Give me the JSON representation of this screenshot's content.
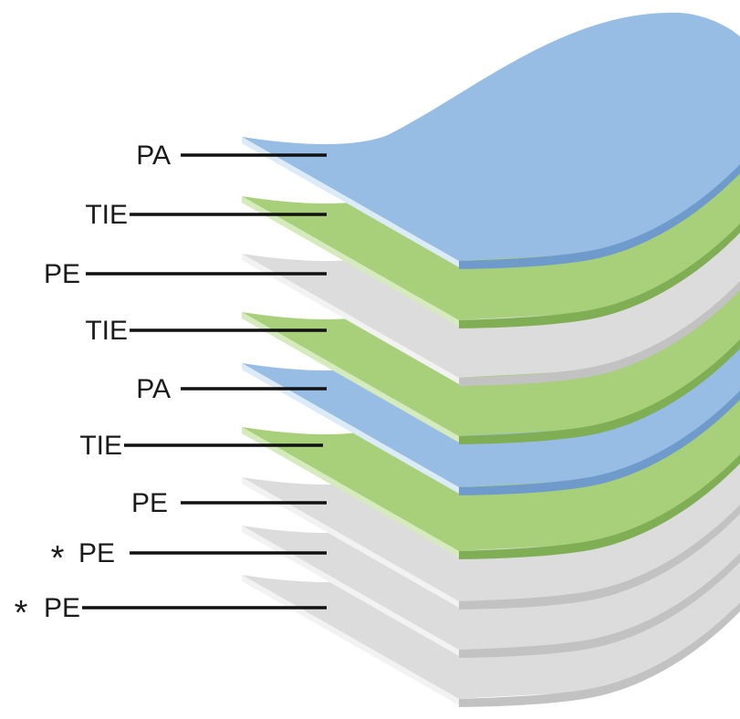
{
  "colors": {
    "pa": "#97bde4",
    "pa_edge": "#6f9bcc",
    "pa_light": "#dcebf8",
    "tie": "#a8d07a",
    "tie_edge": "#7fae55",
    "tie_light": "#d6ebbd",
    "pe": "#dcdcdc",
    "pe_edge": "#c2c2c2",
    "pe_light": "#f2f2f2",
    "line": "#111111"
  },
  "layers": [
    {
      "label": "PA",
      "material": "pa",
      "marker": ""
    },
    {
      "label": "TIE",
      "material": "tie",
      "marker": ""
    },
    {
      "label": "PE",
      "material": "pe",
      "marker": ""
    },
    {
      "label": "TIE",
      "material": "tie",
      "marker": ""
    },
    {
      "label": "PA",
      "material": "pa",
      "marker": ""
    },
    {
      "label": "TIE",
      "material": "tie",
      "marker": ""
    },
    {
      "label": "PE",
      "material": "pe",
      "marker": ""
    },
    {
      "label": "PE",
      "material": "pe",
      "marker": "*"
    },
    {
      "label": "PE",
      "material": "pe",
      "marker": "*"
    }
  ]
}
